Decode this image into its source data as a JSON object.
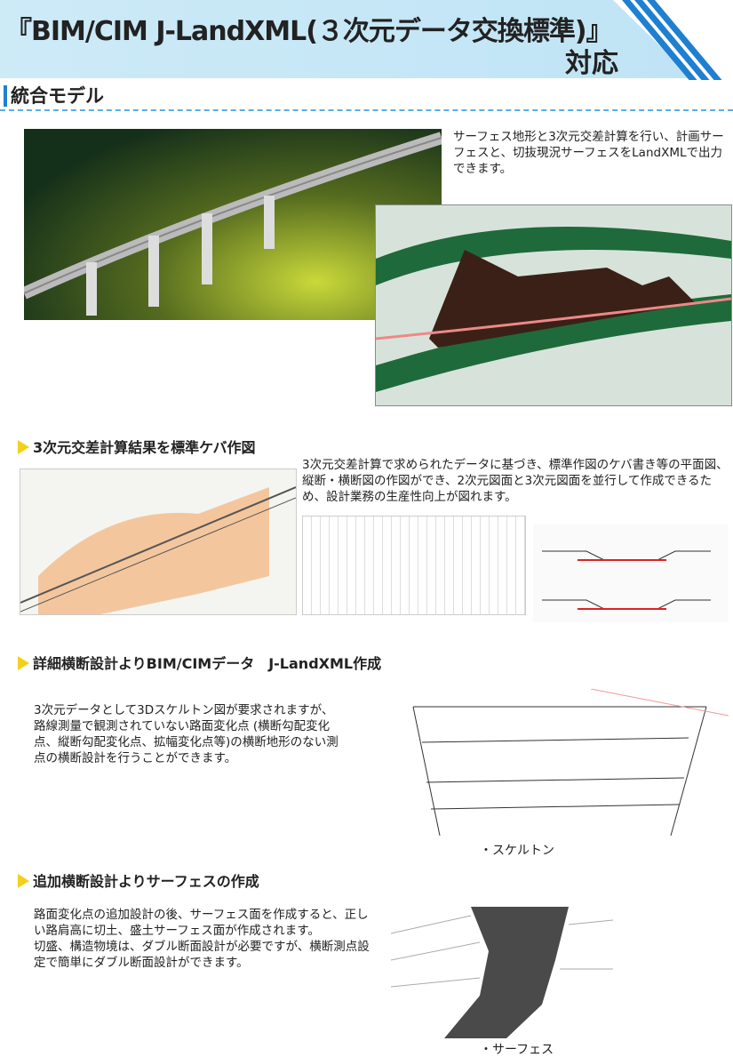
{
  "header": {
    "title_line1": "『BIM/CIM J-LandXML(３次元データ交換標準)』",
    "title_line2": "対応"
  },
  "section": {
    "title": "統合モデル"
  },
  "integrated": {
    "text": "サーフェス地形と3次元交差計算を行い、計画サーフェスと、切抜現況サーフェスをLandXMLで出力できます。"
  },
  "features": [
    {
      "heading": "3次元交差計算結果を標準ケバ作図",
      "text": "3次元交差計算で求められたデータに基づき、標準作図のケバ書き等の平面図、縦断・横断図の作図ができ、2次元図面と3次元図面を並行して作成できるため、設計業務の生産性向上が図れます。"
    },
    {
      "heading": "詳細横断設計よりBIM/CIMデータ　J-LandXML作成",
      "text": "3次元データとして3Dスケルトン図が要求されますが、路線測量で観測されていない路面変化点 (横断勾配変化点、縦断勾配変化点、拡幅変化点等)の横断地形のない測点の横断設計を行うことができます。",
      "caption": "・スケルトン"
    },
    {
      "heading": "追加横断設計よりサーフェスの作成",
      "text": "路面変化点の追加設計の後、サーフェス面を作成すると、正しい路肩高に切土、盛土サーフェス面が作成されます。\n切盛、構造物境は、ダブル断面設計が必要ですが、横断測点設定で簡単にダブル断面設計ができます。",
      "caption": "・サーフェス"
    }
  ],
  "colors": {
    "banner": "#cdeaf7",
    "accent": "#1f7fd0",
    "bullet": "#f3d11a"
  }
}
